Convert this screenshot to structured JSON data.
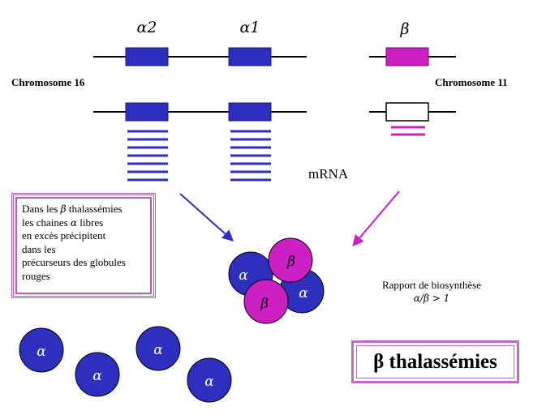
{
  "genes": {
    "alpha2_label": "α2",
    "alpha1_label": "α1",
    "beta_label": "β"
  },
  "chromosomes": {
    "left_label": "Chromosome 16",
    "right_label": "Chromosome 11"
  },
  "mrna_label": "mRNA",
  "info_box": {
    "line1_pre": "Dans les ",
    "line1_greek": "β",
    "line1_post": " thalassémies",
    "line2_pre": " les chaines ",
    "line2_greek": "α",
    "line2_post": " libres",
    "line3": "en excès précipitent",
    "line4": "dans les",
    "line5": "précurseurs des globules",
    "line6": "rouges"
  },
  "ratio": {
    "line1": "Rapport de biosynthèse",
    "line2": "α/β > 1"
  },
  "title": "β thalassémies",
  "chain_labels": {
    "alpha": "α",
    "beta": "β"
  },
  "colors": {
    "alpha_blue": "#2e2ebf",
    "beta_magenta": "#cc1fc4",
    "box_border": "#b05cb8",
    "line": "#000000"
  }
}
